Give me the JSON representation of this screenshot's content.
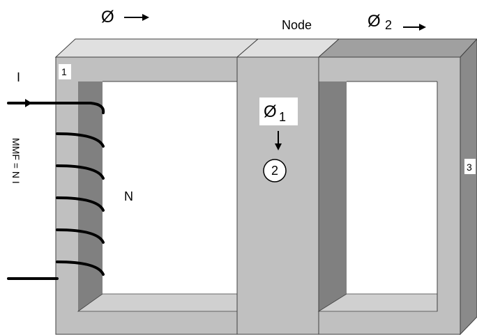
{
  "labels": {
    "flux_total": "Ø",
    "flux_2": "Ø",
    "flux_2_sub": "2",
    "flux_1": "Ø",
    "flux_1_sub": "1",
    "node": "Node",
    "current": "I",
    "mmf": "MMF = N I",
    "turns": "N",
    "mark_1": "1",
    "mark_2": "2",
    "mark_3": "3"
  },
  "colors": {
    "core_front": "#c0c0c0",
    "core_top": "#e0e0e0",
    "core_shadow": "#7f7f7f",
    "core_dark": "#9a9a9a",
    "edge": "#404040",
    "coil": "#000000"
  }
}
